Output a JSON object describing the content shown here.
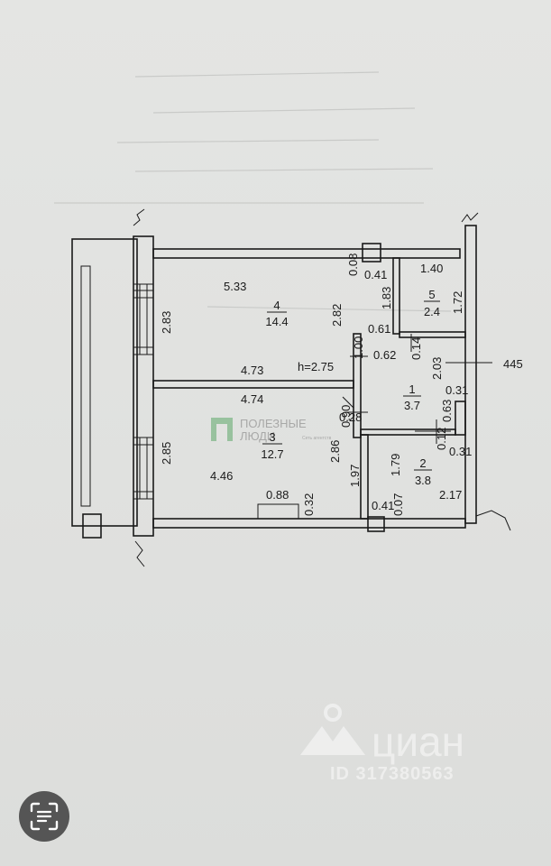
{
  "plan": {
    "ceiling_height": "h=2.75",
    "rooms": [
      {
        "number": "4",
        "area": "14.4"
      },
      {
        "number": "5",
        "area": "2.4"
      },
      {
        "number": "1",
        "area": "3.7"
      },
      {
        "number": "2",
        "area": "3.8"
      },
      {
        "number": "3",
        "area": "12.7"
      }
    ],
    "dimensions": [
      "5.33",
      "0.08",
      "0.41",
      "1.40",
      "2.83",
      "1.83",
      "2.82",
      "1.72",
      "0.61",
      "1.00",
      "0.62",
      "0.14",
      "445",
      "2.03",
      "4.73",
      "4.74",
      "0.90",
      "0.31",
      "0.28",
      "0.63",
      "2.85",
      "1.79",
      "0.12",
      "0.31",
      "2.86",
      "1.97",
      "4.46",
      "0.88",
      "0.32",
      "0.41",
      "0.07",
      "2.17"
    ]
  },
  "watermarks": {
    "agency_line1": "ПОЛЕЗНЫЕ",
    "agency_line2": "ЛЮДИ",
    "agency_small": "Сеть агентств",
    "brand": "циан",
    "listing_id": "ID 317380563"
  },
  "icons": {
    "scan": "scan-icon",
    "agency_logo": "agency-logo-icon",
    "brand_logo": "pin-logo-icon"
  }
}
